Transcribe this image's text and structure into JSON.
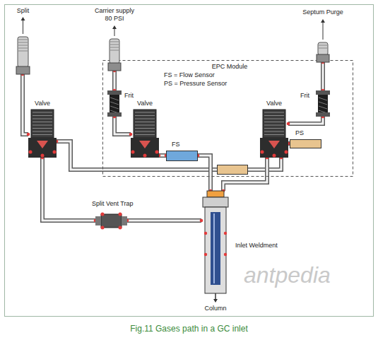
{
  "diagram": {
    "caption": "Fig.11 Gases path in a GC inlet",
    "nodes": [
      {
        "text": [
          "EPC Module"
        ]
      },
      {
        "text": [
          "Split"
        ]
      },
      {
        "text": [
          "Carrier supply 80 PSI"
        ]
      },
      {
        "text": [
          "Septum Purge"
        ]
      },
      {
        "text": [
          "Frit"
        ],
        "in": 0
      },
      {
        "text": [
          "Frit"
        ],
        "in": 0
      },
      {
        "text": [
          "Valve"
        ]
      },
      {
        "text": [
          "Valve"
        ],
        "in": 0
      },
      {
        "text": [
          "Valve"
        ],
        "in": 0
      },
      {
        "text": [
          "FS"
        ],
        "in": 0
      },
      {
        "text": [
          "PS"
        ],
        "in": 0
      },
      {
        "text": [
          "Split Vent Trap"
        ]
      },
      {
        "text": [
          "Inlet Weldment"
        ]
      }
    ],
    "edges": [
      {
        "from": 6,
        "to": 1,
        "arrow": "none"
      },
      {
        "from": 12,
        "to": 11,
        "arrow": "none"
      },
      {
        "from": 11,
        "to": 6,
        "arrow": "none"
      },
      {
        "from": 6,
        "to": 8,
        "arrow": "none"
      },
      {
        "from": 2,
        "to": 4,
        "arrow": "none"
      },
      {
        "from": 4,
        "to": 7,
        "arrow": "none"
      },
      {
        "from": 7,
        "to": 9,
        "arrow": "none"
      },
      {
        "from": 9,
        "to": 12,
        "arrow": "none"
      },
      {
        "from": 8,
        "to": 10,
        "arrow": "none"
      },
      {
        "from": 8,
        "to": 5,
        "arrow": "none"
      },
      {
        "from": 5,
        "to": 3,
        "arrow": "none"
      },
      {
        "from": 8,
        "to": 12,
        "arrow": "none"
      }
    ],
    "labels": [
      "FS = Flow Sensor",
      "PS = Pressure Sensor",
      "Column",
      "antpedia"
    ]
  }
}
